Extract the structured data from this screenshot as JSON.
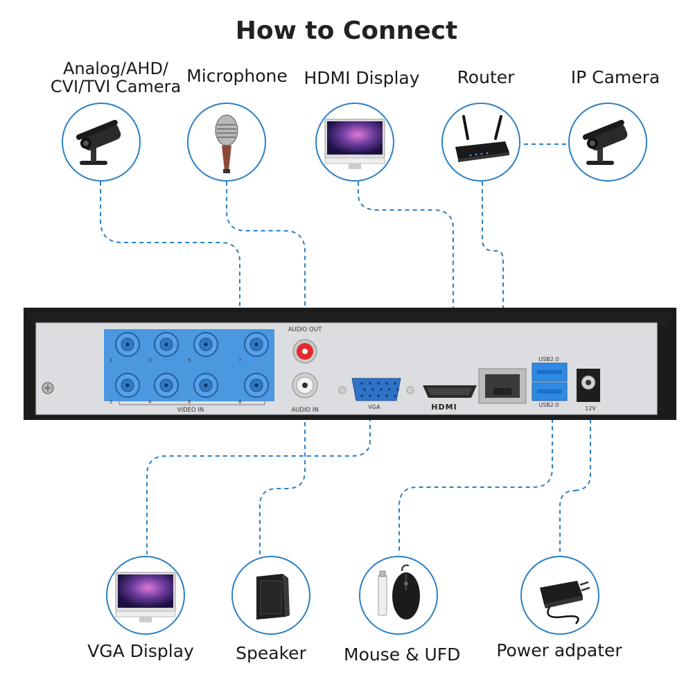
{
  "title": "How to Connect",
  "devices": {
    "analog_camera": "Analog/AHD/\nCVI/TVI Camera",
    "microphone": "Microphone",
    "hdmi_display": "HDMI Display",
    "router": "Router",
    "ip_camera": "IP Camera",
    "vga_display": "VGA Display",
    "speaker": "Speaker",
    "mouse_ufd": "Mouse & UFD",
    "power_adapter": "Power adpater"
  },
  "panel": {
    "audio_out": "AUDIO OUT",
    "audio_in": "AUDIO IN",
    "video_in": "VIDEO IN",
    "vga": "VGA",
    "hdmi": "HDMI",
    "usb_top": "USB2.0",
    "usb_bottom": "USB2.0",
    "power": "12V",
    "bnc_numbers_top": [
      "1",
      "3",
      "5",
      "7"
    ],
    "bnc_numbers_bottom": [
      "2",
      "4",
      "6",
      "8"
    ]
  },
  "colors": {
    "accent": "#2a7fc4",
    "highlight": "#3b8fe0",
    "panel_face": "#dcdde0",
    "panel_frame": "#1b1b1b"
  },
  "icons": {
    "analog_camera": "bullet-camera-icon",
    "microphone": "microphone-icon",
    "hdmi_display": "monitor-icon",
    "router": "router-icon",
    "ip_camera": "bullet-camera-icon",
    "vga_display": "monitor-icon",
    "speaker": "speaker-icon",
    "mouse_ufd": "mouse-usb-icon",
    "power_adapter": "power-adapter-icon"
  }
}
